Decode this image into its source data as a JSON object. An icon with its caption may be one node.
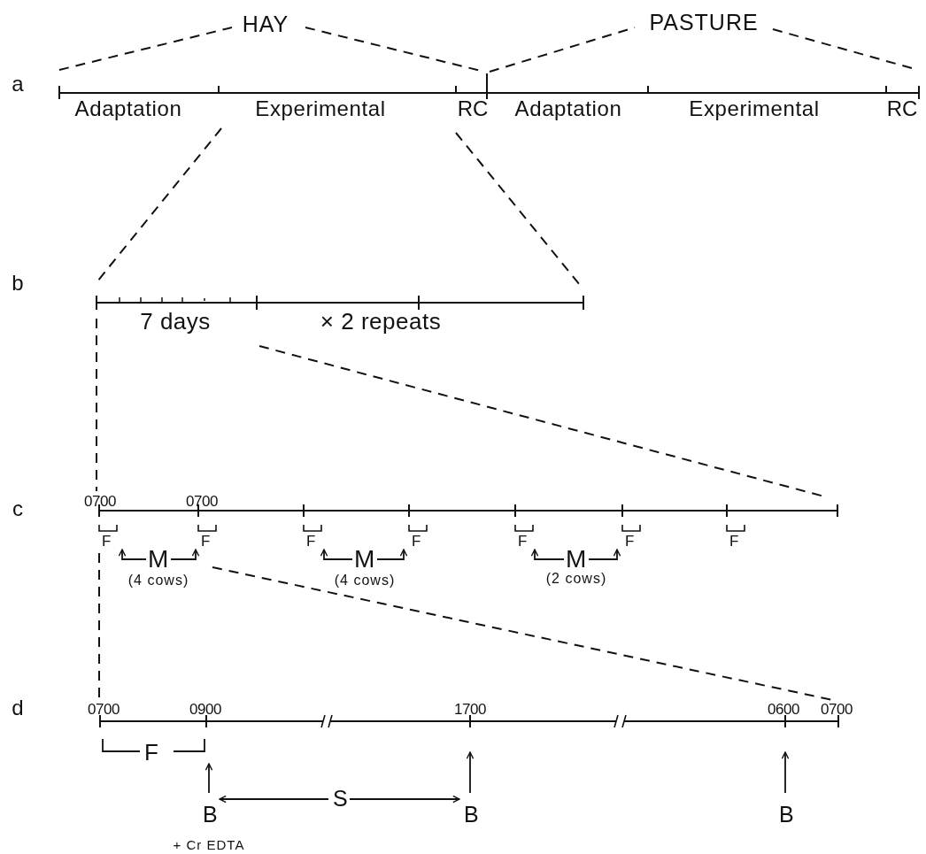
{
  "diagram": {
    "nodes": [
      {
        "text": [
          "F"
        ]
      },
      {
        "text": [
          "F"
        ]
      },
      {
        "text": [
          "F"
        ]
      },
      {
        "text": [
          "F"
        ]
      },
      {
        "text": [
          "F"
        ]
      },
      {
        "text": [
          "F"
        ]
      },
      {
        "text": [
          "F"
        ]
      },
      {
        "text": [
          "M"
        ],
        "beside": [
          "(4 cows)"
        ]
      },
      {
        "text": [
          "M"
        ],
        "beside": [
          "(4 cows)"
        ]
      },
      {
        "text": [
          "M"
        ],
        "beside": [
          "(2 cows)"
        ]
      },
      {
        "text": [
          "B"
        ],
        "beside": [
          "+ Cr EDTA"
        ]
      },
      {
        "text": [
          "S"
        ]
      },
      {
        "text": [
          "B"
        ]
      },
      {
        "text": [
          "B"
        ]
      },
      {
        "text": [
          "F"
        ]
      }
    ],
    "edges": [
      {
        "from": 7,
        "to": 0,
        "arrow": "to"
      },
      {
        "from": 7,
        "to": 1,
        "arrow": "to"
      },
      {
        "from": 8,
        "to": 2,
        "arrow": "to"
      },
      {
        "from": 8,
        "to": 3,
        "arrow": "to"
      },
      {
        "from": 9,
        "to": 4,
        "arrow": "to"
      },
      {
        "from": 9,
        "to": 5,
        "arrow": "to"
      },
      {
        "from": 11,
        "to": 10,
        "arrow": "to"
      },
      {
        "from": 11,
        "to": 12,
        "arrow": "to"
      },
      {
        "from": 10,
        "to": 14,
        "arrow": "to"
      },
      {
        "from": 12,
        "to": null,
        "arrow": "to"
      },
      {
        "from": 13,
        "to": null,
        "arrow": "to"
      }
    ],
    "labels": [
      "HAY",
      "PASTURE",
      "a",
      "Adaptation",
      "Experimental",
      "RC",
      "Adaptation",
      "Experimental",
      "RC",
      "b",
      "7 days",
      "× 2 repeats",
      "c",
      "0700",
      "0700",
      "d",
      "0700",
      "0900",
      "1700",
      "0600",
      "0700"
    ]
  }
}
